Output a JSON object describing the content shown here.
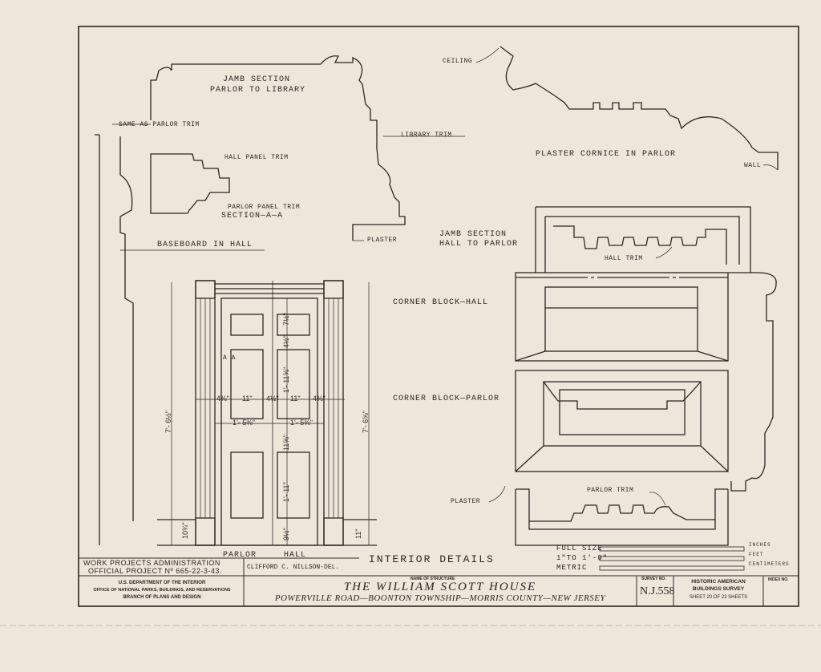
{
  "labels": {
    "jamb_section_library_1": "JAMB SECTION",
    "jamb_section_library_2": "PARLOR TO LIBRARY",
    "same_as_parlor_trim": "SAME AS PARLOR TRIM",
    "library_trim": "LIBRARY TRIM",
    "hall_panel_trim": "HALL PANEL TRIM",
    "parlor_panel_trim": "PARLOR PANEL TRIM",
    "section_aa": "SECTION—A—A",
    "plaster_1": "PLASTER",
    "baseboard_in_hall": "BASEBOARD IN HALL",
    "ceiling": "CEILING",
    "plaster_cornice": "PLASTER CORNICE IN PARLOR",
    "wall": "WALL",
    "jamb_section_hall_1": "JAMB SECTION",
    "jamb_section_hall_2": "HALL TO PARLOR",
    "hall_trim": "HALL TRIM",
    "corner_block_hall": "CORNER BLOCK—HALL",
    "corner_block_parlor": "CORNER BLOCK—PARLOR",
    "plaster_2": "PLASTER",
    "parlor_trim": "PARLOR TRIM",
    "parlor": "PARLOR",
    "hall": "HALL",
    "section_marker": "A  A",
    "interior_details": "INTERIOR DETAILS"
  },
  "dimensions": {
    "d_712": "7'- 6½\"",
    "d_712b": "7'- 6⅝\"",
    "d_4a": "4⅜\"",
    "d_11a": "11\"",
    "d_412": "4½\"",
    "d_11b": "11\"",
    "d_4b": "4⅜\"",
    "d_153a": "1'- 5⅜\"",
    "d_153b": "1'- 5⅜\"",
    "d_712s": "7½\"",
    "d_412v": "4½\"",
    "d_1112": "1'- 11⅝\"",
    "d_1112b": "11⅝\"",
    "d_111": "1'- 11\"",
    "d_912": "9½\"",
    "d_1034": "10¾\"",
    "d_11c": "11\""
  },
  "scale": {
    "full_size": "FULL SIZE",
    "one_to_one": "1\"TO 1'-0\"",
    "metric": "METRIC",
    "inches": "INCHES",
    "feet": "FEET",
    "centimeters": "CENTIMETERS"
  },
  "title_block": {
    "wpa_1": "WORK PROJECTS ADMINISTRATION",
    "wpa_2": "OFFICIAL PROJECT Nº 665-22-3-43.",
    "delineator": "CLIFFORD C. NILLSON-DEL.",
    "dept_1": "U.S. DEPARTMENT OF THE INTERIOR",
    "dept_2": "OFFICE OF NATIONAL PARKS, BUILDINGS, AND RESERVATIONS",
    "dept_3": "BRANCH OF PLANS AND DESIGN",
    "name_caption": "NAME OF STRUCTURE",
    "structure_name": "THE  WILLIAM  SCOTT  HOUSE",
    "location": "POWERVILLE ROAD—BOONTON TOWNSHIP—MORRIS COUNTY—NEW JERSEY",
    "survey_caption": "SURVEY NO.",
    "survey_no": "N.J.558",
    "habs_1": "HISTORIC AMERICAN",
    "habs_2": "BUILDINGS SURVEY",
    "sheet": "SHEET 20  OF 23 SHEETS",
    "index_caption": "INDEX NO."
  },
  "colors": {
    "paper": "#ede6db",
    "ink": "#2a2622"
  }
}
